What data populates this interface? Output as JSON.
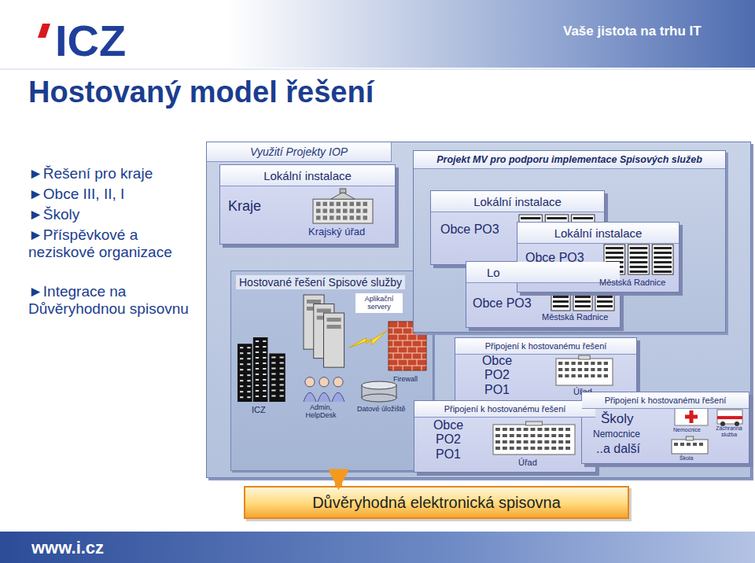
{
  "diagram": {
    "title": "Hostovaný model řešení",
    "nodes": [
      {
        "text": [
          "Využití Projekty IOP"
        ]
      },
      {
        "text": [
          "Lokální instalace",
          "Kraje",
          "Krajský úřad"
        ],
        "in": 0
      },
      {
        "text": [
          "Hostované řešení Spisové služby",
          "Aplikační servery",
          "ICZ",
          "Admin, HelpDesk",
          "Datové úložiště",
          "Firewall"
        ],
        "in": 0
      },
      {
        "text": [
          "Projekt MV pro podporu implementace Spisových služeb"
        ],
        "in": 0
      },
      {
        "text": [
          "Lokální instalace",
          "Obce PO3"
        ],
        "in": 3
      },
      {
        "text": [
          "Lo",
          "Obce PO3",
          "Městská Radnice"
        ],
        "in": 3
      },
      {
        "text": [
          "Lokální instalace",
          "Obce PO3",
          "Městská Radnice"
        ],
        "in": 3
      },
      {
        "text": [
          "Připojení k hostovanému řešení",
          "Obce PO2 PO1",
          "Úřad"
        ],
        "in": 0
      },
      {
        "text": [
          "Připojení k hostovanému řešení",
          "Obce PO2 PO1",
          "Úřad"
        ],
        "in": 0
      },
      {
        "text": [
          "Připojení k hostovanému řešení",
          "Školy",
          "Nemocnice",
          "..a další",
          "Nemocnice",
          "Záchranná služba",
          "Škola"
        ],
        "in": 0
      },
      {
        "text": [
          "Důvěryhodná elektronická spisovna"
        ]
      }
    ],
    "edges": [
      {
        "from": 2,
        "to": 10,
        "arrow": "to"
      }
    ],
    "labels": [
      "ICZ",
      "Vaše jistota na trhu IT",
      "►Řešení pro kraje",
      "►Obce III, II, I",
      "►Školy",
      "►Příspěvkové a neziskové organizace",
      "►Integrace na Důvěryhodnou spisovnu",
      "www.i.cz"
    ]
  }
}
